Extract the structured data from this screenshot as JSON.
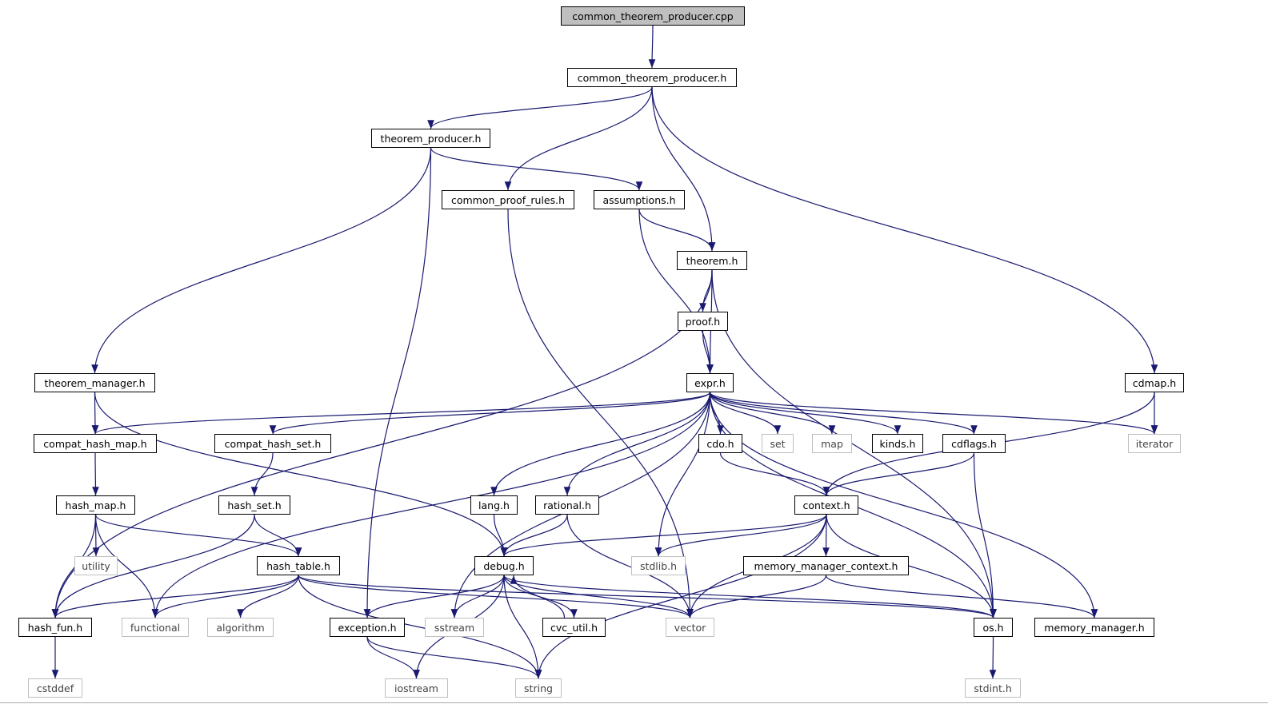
{
  "colors": {
    "edge": "#191970",
    "root_fill": "#bfbfbf",
    "external_border": "#bfbfbf"
  },
  "nodes": [
    {
      "id": "cpp",
      "label": "common_theorem_producer.cpp",
      "kind": "root"
    },
    {
      "id": "ctph",
      "label": "common_theorem_producer.h"
    },
    {
      "id": "theorem_producer",
      "label": "theorem_producer.h"
    },
    {
      "id": "common_proof_rules",
      "label": "common_proof_rules.h"
    },
    {
      "id": "assumptions",
      "label": "assumptions.h"
    },
    {
      "id": "theorem",
      "label": "theorem.h"
    },
    {
      "id": "proof",
      "label": "proof.h"
    },
    {
      "id": "expr",
      "label": "expr.h"
    },
    {
      "id": "cdmap",
      "label": "cdmap.h"
    },
    {
      "id": "theorem_manager",
      "label": "theorem_manager.h"
    },
    {
      "id": "compat_hash_map",
      "label": "compat_hash_map.h"
    },
    {
      "id": "compat_hash_set",
      "label": "compat_hash_set.h"
    },
    {
      "id": "cdo",
      "label": "cdo.h"
    },
    {
      "id": "set",
      "label": "set",
      "kind": "external"
    },
    {
      "id": "map",
      "label": "map",
      "kind": "external"
    },
    {
      "id": "kinds",
      "label": "kinds.h"
    },
    {
      "id": "cdflags",
      "label": "cdflags.h"
    },
    {
      "id": "iterator",
      "label": "iterator",
      "kind": "external"
    },
    {
      "id": "hash_map",
      "label": "hash_map.h"
    },
    {
      "id": "hash_set",
      "label": "hash_set.h"
    },
    {
      "id": "lang",
      "label": "lang.h"
    },
    {
      "id": "rational",
      "label": "rational.h"
    },
    {
      "id": "context",
      "label": "context.h"
    },
    {
      "id": "utility",
      "label": "utility",
      "kind": "external"
    },
    {
      "id": "hash_table",
      "label": "hash_table.h"
    },
    {
      "id": "debug",
      "label": "debug.h"
    },
    {
      "id": "stdlib",
      "label": "stdlib.h",
      "kind": "external"
    },
    {
      "id": "memory_manager_context",
      "label": "memory_manager_context.h"
    },
    {
      "id": "hash_fun",
      "label": "hash_fun.h"
    },
    {
      "id": "functional",
      "label": "functional",
      "kind": "external"
    },
    {
      "id": "algorithm",
      "label": "algorithm",
      "kind": "external"
    },
    {
      "id": "exception",
      "label": "exception.h"
    },
    {
      "id": "sstream",
      "label": "sstream",
      "kind": "external"
    },
    {
      "id": "cvc_util",
      "label": "cvc_util.h"
    },
    {
      "id": "vector",
      "label": "vector",
      "kind": "external"
    },
    {
      "id": "os",
      "label": "os.h"
    },
    {
      "id": "memory_manager",
      "label": "memory_manager.h"
    },
    {
      "id": "cstddef",
      "label": "cstddef",
      "kind": "external"
    },
    {
      "id": "iostream",
      "label": "iostream",
      "kind": "external"
    },
    {
      "id": "string",
      "label": "string",
      "kind": "external"
    },
    {
      "id": "stdint",
      "label": "stdint.h",
      "kind": "external"
    }
  ],
  "edges": [
    [
      "cpp",
      "ctph"
    ],
    [
      "ctph",
      "theorem_producer"
    ],
    [
      "ctph",
      "common_proof_rules"
    ],
    [
      "ctph",
      "theorem"
    ],
    [
      "ctph",
      "cdmap"
    ],
    [
      "theorem_producer",
      "assumptions"
    ],
    [
      "theorem_producer",
      "theorem_manager"
    ],
    [
      "theorem_producer",
      "exception"
    ],
    [
      "common_proof_rules",
      "vector"
    ],
    [
      "assumptions",
      "theorem"
    ],
    [
      "assumptions",
      "expr"
    ],
    [
      "theorem",
      "proof"
    ],
    [
      "theorem",
      "expr"
    ],
    [
      "theorem",
      "hash_fun"
    ],
    [
      "theorem",
      "os"
    ],
    [
      "proof",
      "expr"
    ],
    [
      "expr",
      "compat_hash_map"
    ],
    [
      "expr",
      "compat_hash_set"
    ],
    [
      "expr",
      "functional"
    ],
    [
      "expr",
      "sstream"
    ],
    [
      "expr",
      "lang"
    ],
    [
      "expr",
      "rational"
    ],
    [
      "expr",
      "stdlib"
    ],
    [
      "expr",
      "cdo"
    ],
    [
      "expr",
      "set"
    ],
    [
      "expr",
      "map"
    ],
    [
      "expr",
      "kinds"
    ],
    [
      "expr",
      "cdflags"
    ],
    [
      "expr",
      "iterator"
    ],
    [
      "expr",
      "os"
    ],
    [
      "expr",
      "memory_manager"
    ],
    [
      "cdmap",
      "iterator"
    ],
    [
      "cdmap",
      "context"
    ],
    [
      "theorem_manager",
      "compat_hash_map"
    ],
    [
      "theorem_manager",
      "debug"
    ],
    [
      "compat_hash_map",
      "hash_map"
    ],
    [
      "compat_hash_set",
      "hash_set"
    ],
    [
      "hash_map",
      "utility"
    ],
    [
      "hash_map",
      "functional"
    ],
    [
      "hash_map",
      "hash_fun"
    ],
    [
      "hash_map",
      "hash_table"
    ],
    [
      "hash_set",
      "hash_table"
    ],
    [
      "hash_set",
      "hash_fun"
    ],
    [
      "hash_table",
      "hash_fun"
    ],
    [
      "hash_table",
      "functional"
    ],
    [
      "hash_table",
      "algorithm"
    ],
    [
      "hash_table",
      "string"
    ],
    [
      "hash_table",
      "vector"
    ],
    [
      "hash_table",
      "os"
    ],
    [
      "lang",
      "debug"
    ],
    [
      "rational",
      "debug"
    ],
    [
      "rational",
      "vector"
    ],
    [
      "cdo",
      "context"
    ],
    [
      "cdflags",
      "context"
    ],
    [
      "cdflags",
      "os"
    ],
    [
      "context",
      "debug"
    ],
    [
      "context",
      "stdlib"
    ],
    [
      "context",
      "memory_manager_context"
    ],
    [
      "context",
      "vector"
    ],
    [
      "context",
      "os"
    ],
    [
      "context",
      "string"
    ],
    [
      "debug",
      "exception"
    ],
    [
      "debug",
      "sstream"
    ],
    [
      "debug",
      "iostream"
    ],
    [
      "debug",
      "cvc_util"
    ],
    [
      "debug",
      "vector"
    ],
    [
      "debug",
      "string"
    ],
    [
      "debug",
      "os"
    ],
    [
      "cvc_util",
      "debug"
    ],
    [
      "memory_manager_context",
      "vector"
    ],
    [
      "memory_manager_context",
      "memory_manager"
    ],
    [
      "exception",
      "iostream"
    ],
    [
      "exception",
      "string"
    ],
    [
      "os",
      "stdint"
    ],
    [
      "hash_fun",
      "cstddef"
    ]
  ]
}
